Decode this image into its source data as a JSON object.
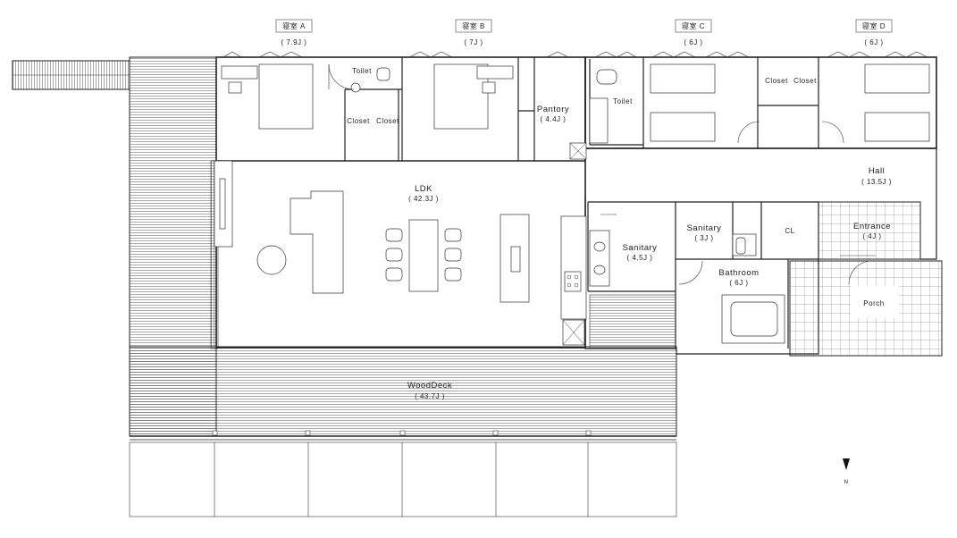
{
  "rooms": {
    "bedroom_a": {
      "name": "寝室 A",
      "size": "( 7.9J )"
    },
    "bedroom_b": {
      "name": "寝室 B",
      "size": "( 7J )"
    },
    "bedroom_c": {
      "name": "寝室 C",
      "size": "( 6J )"
    },
    "bedroom_d": {
      "name": "寝室 D",
      "size": "( 6J )"
    },
    "ldk": {
      "name": "LDK",
      "size": "( 42.3J )"
    },
    "pantry": {
      "name": "Pantory",
      "size": "( 4.4J )"
    },
    "hall": {
      "name": "Hall",
      "size": "( 13.5J )"
    },
    "entrance": {
      "name": "Entrance",
      "size": "( 4J )"
    },
    "sanitary_1": {
      "name": "Sanitary",
      "size": "( 4.5J )"
    },
    "sanitary_2": {
      "name": "Sanitary",
      "size": "( 3J )"
    },
    "bathroom": {
      "name": "Bathroom",
      "size": "( 6J )"
    },
    "wood_deck": {
      "name": "WoodDeck",
      "size": "( 43.7J )"
    }
  },
  "labels": {
    "toilet_a": "Toilet",
    "toilet_b": "Toilet",
    "closet_a1": "Closet",
    "closet_a2": "Closet",
    "closet_c": "Closet",
    "closet_d": "Closet",
    "cl": "CL",
    "porch": "Porch"
  },
  "north": {
    "label": "N"
  },
  "colors": {
    "line": "#222222",
    "background": "#ffffff"
  }
}
